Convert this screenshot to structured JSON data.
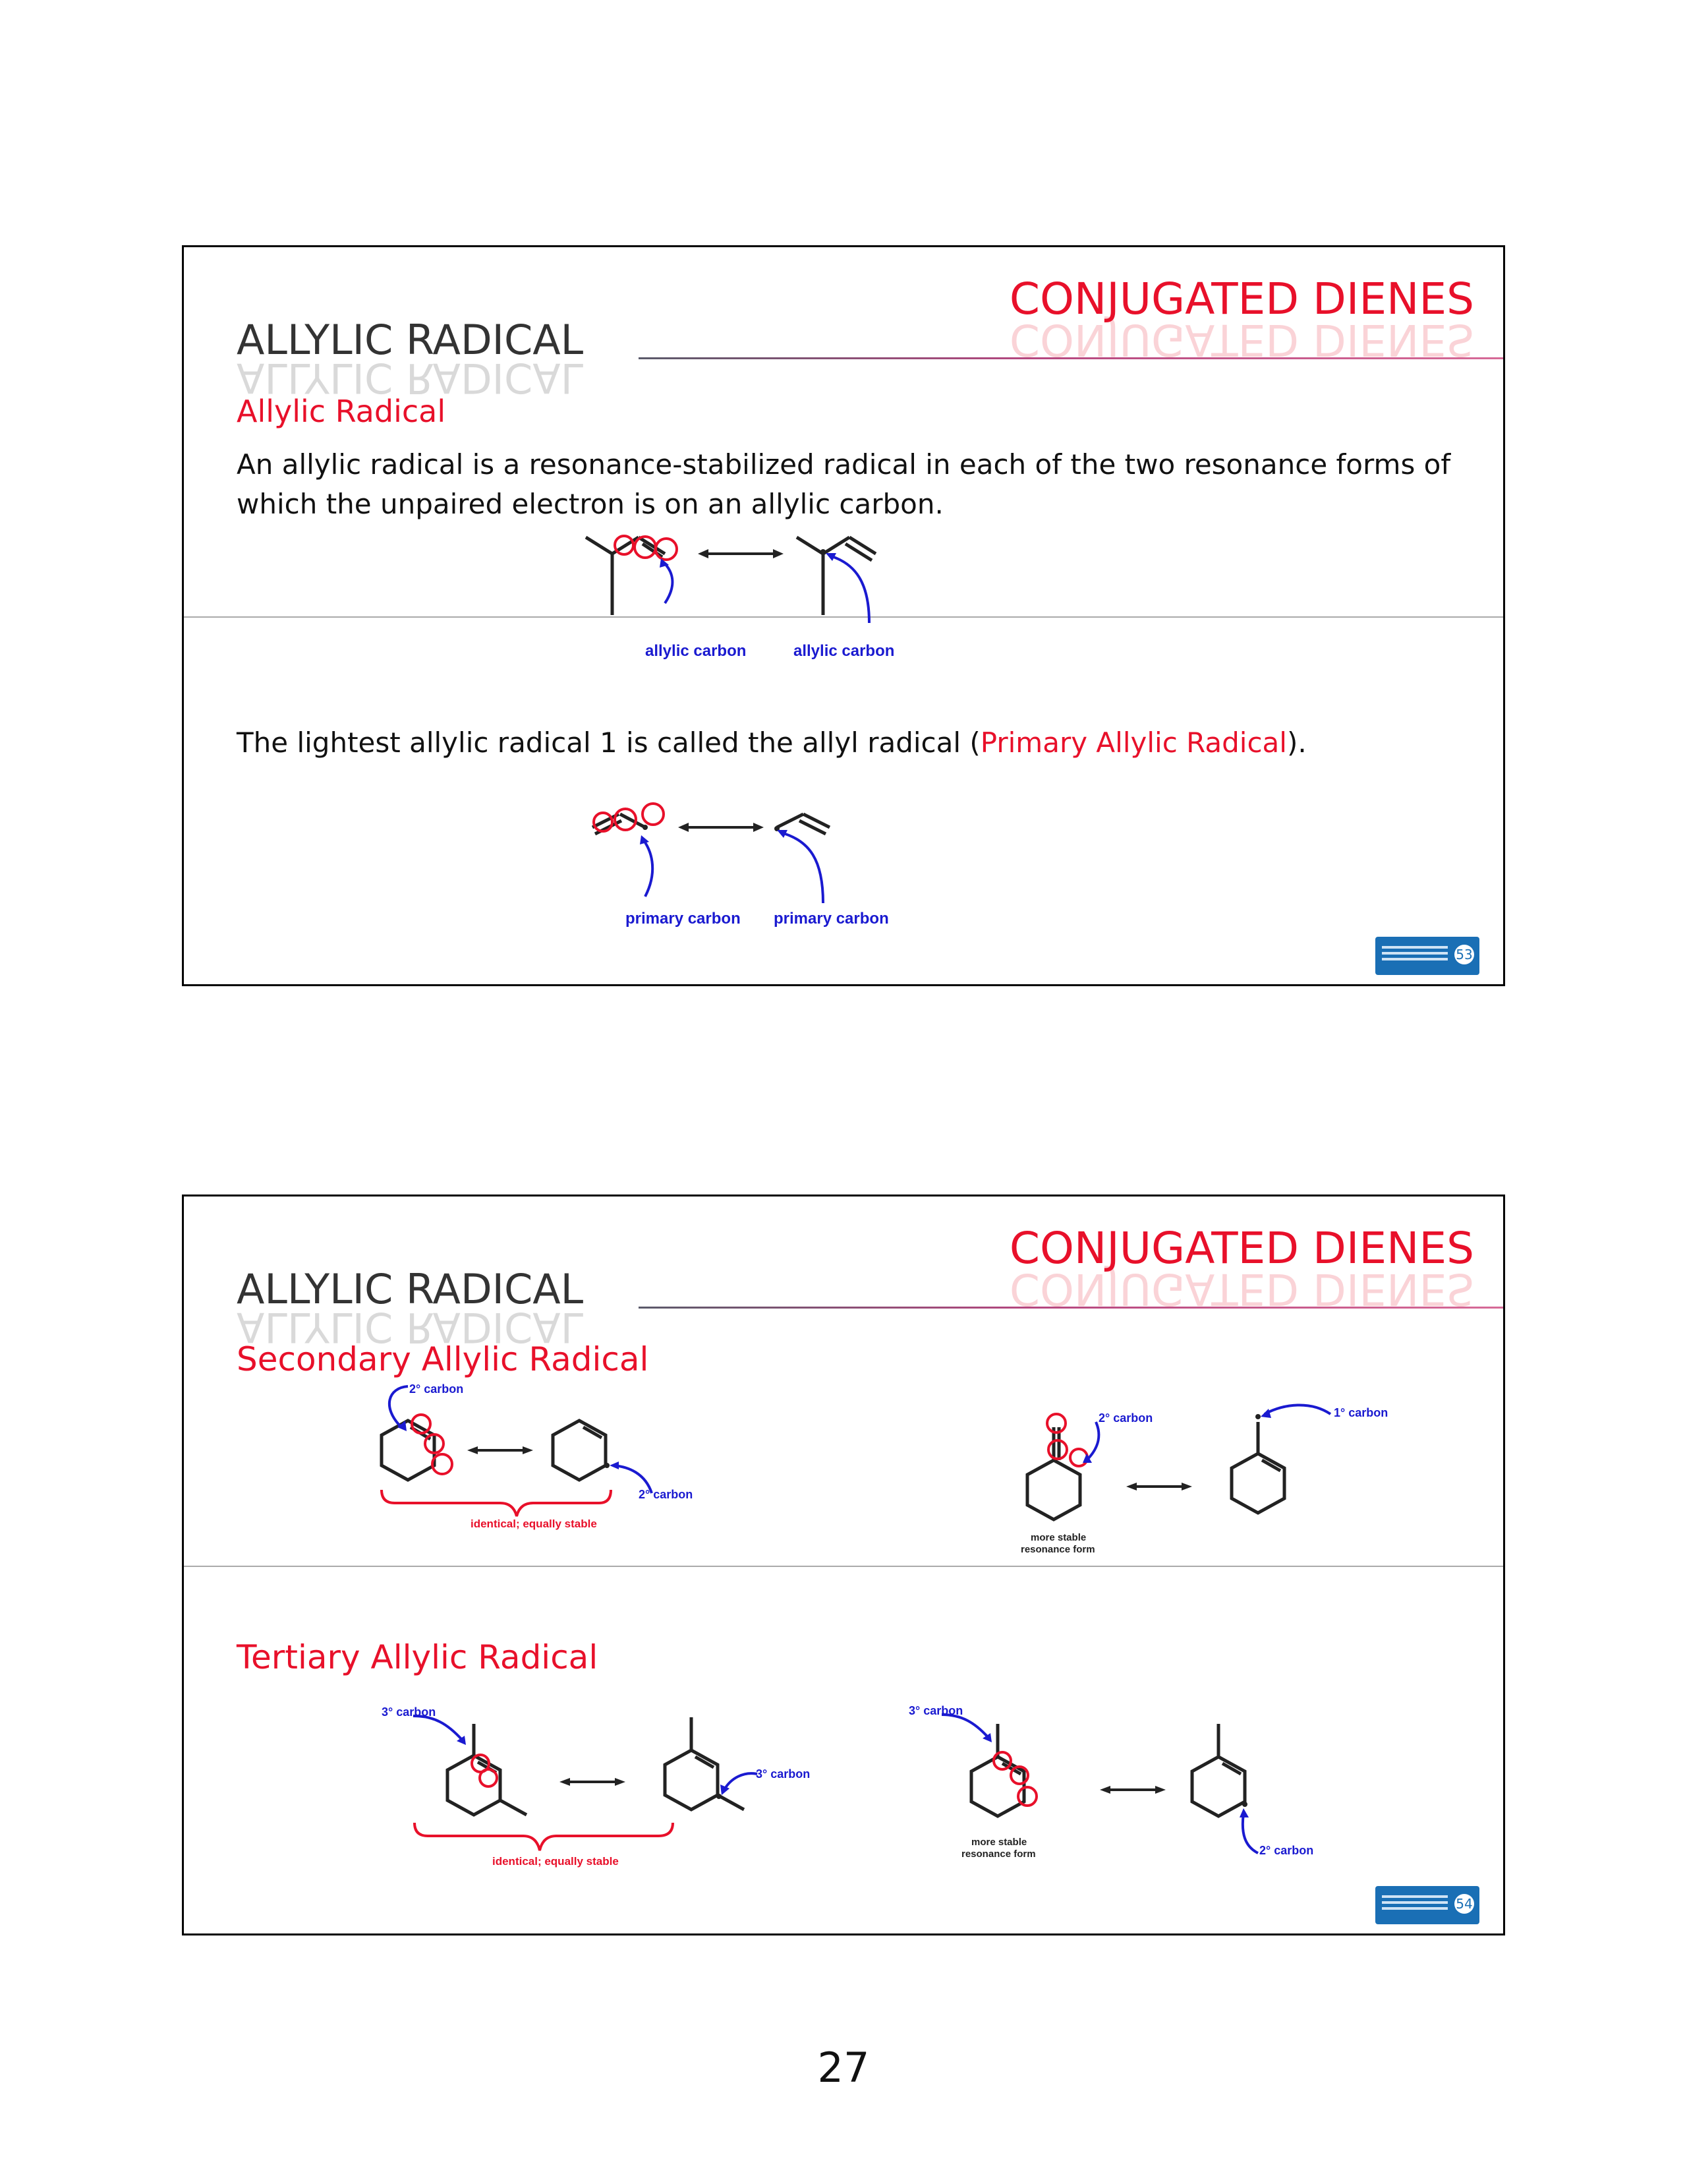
{
  "slides": [
    {
      "header": "CONJUGATED DIENES",
      "title": "ALLYLIC RADICAL",
      "subtitle": "Allylic Radical",
      "paragraph1": "An allylic radical is a resonance-stabilized radical in each of the two resonance forms of which the unpaired electron is on an allylic carbon.",
      "labels": {
        "allylic_left": "allylic carbon",
        "allylic_right": "allylic carbon",
        "primary_left": "primary carbon",
        "primary_right": "primary carbon"
      },
      "paragraph2": {
        "before": "The lightest allylic radical 1 is called the allyl radical (",
        "highlight": "Primary Allylic Radical",
        "after": ")."
      },
      "logo_page": "53"
    },
    {
      "header": "CONJUGATED DIENES",
      "title": "ALLYLIC RADICAL",
      "secondary_title": "Secondary Allylic Radical",
      "tertiary_title": "Tertiary Allylic Radical",
      "labels": {
        "sec_top": "2° carbon",
        "sec_bottom": "2° carbon",
        "sec_right_2": "2° carbon",
        "sec_right_1": "1° carbon",
        "sec_equal": "identical; equally stable",
        "sec_more_stable_1": "more stable",
        "sec_more_stable_2": "resonance form",
        "ter_left": "3° carbon",
        "ter_mid": "3° carbon",
        "ter_right_3": "3° carbon",
        "ter_right_2": "2° carbon",
        "ter_equal": "identical; equally stable",
        "ter_more_stable_1": "more stable",
        "ter_more_stable_2": "resonance form"
      },
      "logo_page": "54"
    }
  ],
  "page_number": "27"
}
